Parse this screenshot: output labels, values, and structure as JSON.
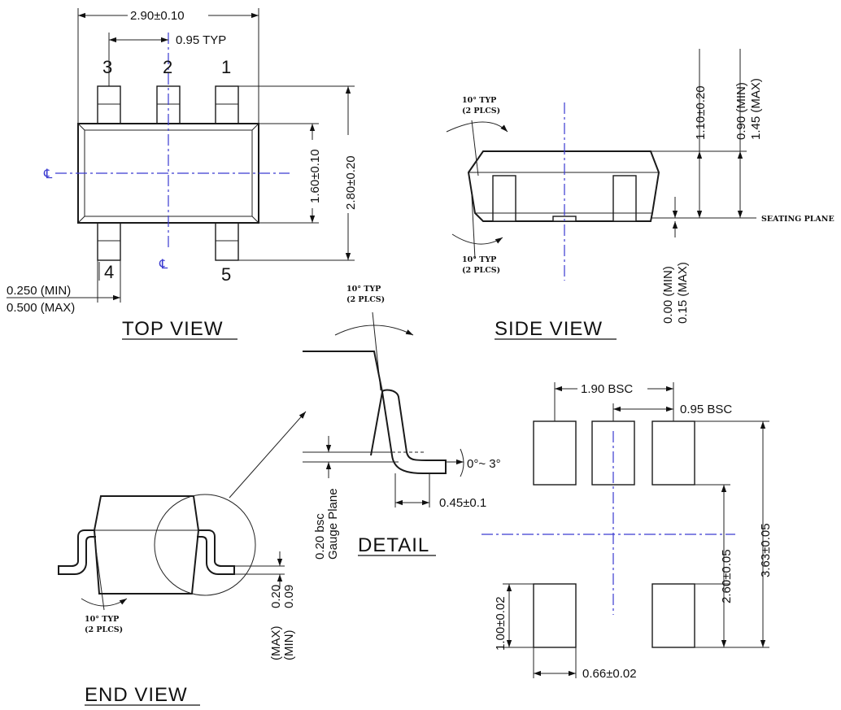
{
  "views": {
    "top_view": "TOP VIEW",
    "side_view": "SIDE VIEW",
    "end_view": "END VIEW",
    "detail": "DETAIL"
  },
  "pins": {
    "p1": "1",
    "p2": "2",
    "p3": "3",
    "p4": "4",
    "p5": "5"
  },
  "centerline": "℄",
  "dimensions": {
    "body_width": "2.90±0.10",
    "pitch_typ": "0.95  TYP",
    "body_height": "1.60±0.10",
    "overall_height": "2.80±0.20",
    "lead_width_min": "0.250  (MIN)",
    "lead_width_max": "0.500  (MAX)",
    "side_height": "1.10±0.20",
    "side_body_min": "0.90  (MIN)",
    "side_body_max": "1.45  (MAX)",
    "standoff_min": "0.00  (MIN)",
    "standoff_max": "0.15  (MAX)",
    "seating_plane": "SEATING  PLANE",
    "angle_typ": "10°  TYP",
    "angle_plcs": "(2  PLCS)",
    "lead_angle": "0°~ 3°",
    "foot_length": "0.45±0.1",
    "gauge_bsc": "0.20  bsc",
    "gauge_plane": "Gauge  Plane",
    "lead_thk_max": "0.20",
    "lead_thk_max_unit": "(MAX)",
    "lead_thk_min": "0.09",
    "lead_thk_min_unit": "(MIN)",
    "fp_pitch_190": "1.90  BSC",
    "fp_pitch_095": "0.95  BSC",
    "fp_span_260": "2.60±0.05",
    "fp_span_363": "3.63±0.05",
    "fp_pad_len": "1.00±0.02",
    "fp_pad_w": "0.66±0.02"
  }
}
